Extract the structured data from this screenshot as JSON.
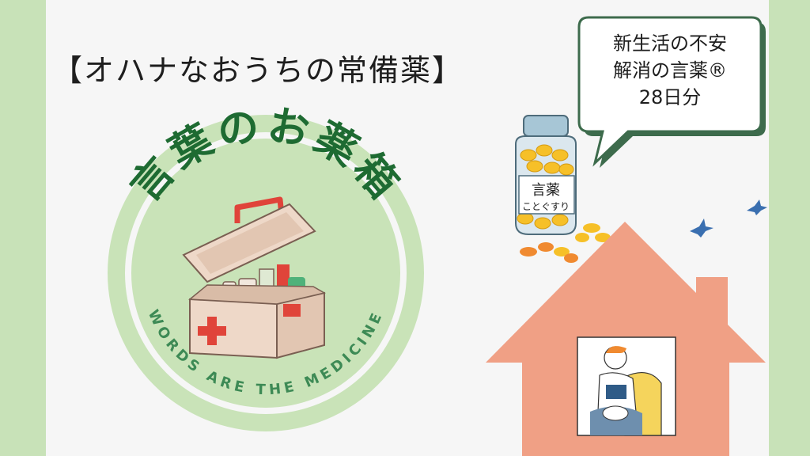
{
  "title": "【オハナなおうちの常備薬】",
  "logo": {
    "main_text": "言葉のお薬箱",
    "arc_text": "WORDS ARE THE MEDICINE"
  },
  "bubble": {
    "line1": "新生活の不安",
    "line2": "解消の言薬®",
    "line3": "28日分"
  },
  "bottle": {
    "label_main": "言薬",
    "label_sub": "ことぐすり"
  },
  "colors": {
    "side_green": "#c8e2b8",
    "logo_dark_green": "#1e6b32",
    "logo_light_green": "#c9e3b8",
    "house": "#f0a085",
    "bubble_border": "#3d6b4c",
    "pill_yellow": "#f6c028",
    "box_red": "#e0443a"
  }
}
